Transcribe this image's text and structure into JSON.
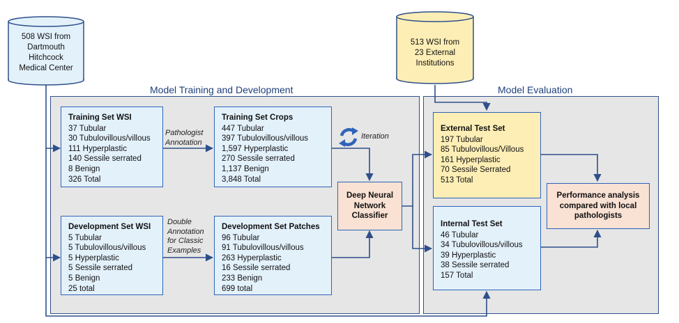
{
  "sources": {
    "dartmouth": [
      "508 WSI from",
      "Dartmouth",
      "Hitchcock",
      "Medical Center"
    ],
    "external": [
      "513 WSI from",
      "23 External",
      "Institutions"
    ]
  },
  "sections": {
    "training": "Model Training and Development",
    "evaluation": "Model Evaluation"
  },
  "training_wsi": {
    "title": "Training Set WSI",
    "lines": [
      "37 Tubular",
      "30 Tubulovillous/villous",
      "111 Hyperplastic",
      "140 Sessile serrated",
      "8 Benign",
      "326 Total"
    ]
  },
  "training_crops": {
    "title": "Training Set Crops",
    "lines": [
      "447 Tubular",
      "397 Tubulovillous/villous",
      "1,597 Hyperplastic",
      "270 Sessile serrated",
      "1,137 Benign",
      "3,848 Total"
    ]
  },
  "dev_wsi": {
    "title": "Development Set WSI",
    "lines": [
      "5 Tubular",
      "5 Tubulovillous/villous",
      "5 Hyperplastic",
      "5 Sessile serrated",
      "5 Benign",
      "25 total"
    ]
  },
  "dev_patches": {
    "title": "Development Set Patches",
    "lines": [
      "96 Tubular",
      "91 Tubulovillous/villous",
      "263 Hyperplastic",
      "16 Sessile serrated",
      "233 Benign",
      "699 total"
    ]
  },
  "classifier": [
    "Deep Neural",
    "Network",
    "Classifier"
  ],
  "iteration": "Iteration",
  "annotations": {
    "pathologist": [
      "Pathologist",
      "Annotation"
    ],
    "double": [
      "Double",
      "Annotation",
      "for Classic",
      "Examples"
    ]
  },
  "external_test": {
    "title": "External Test Set",
    "lines": [
      "197 Tubular",
      "85 Tubulovillous/Villous",
      "161 Hyperplastic",
      "70 Sessile Serrated",
      "513 Total"
    ]
  },
  "internal_test": {
    "title": "Internal Test Set",
    "lines": [
      "46 Tubular",
      "34 Tubulovillous/villous",
      "39 Hyperplastic",
      "38 Sessile serrated",
      "157 Total"
    ]
  },
  "performance": [
    "Performance analysis",
    "compared with local",
    "pathologists"
  ],
  "colors": {
    "stroke": "#2e4f8a",
    "box_border": "#2e63b8",
    "blue_fill": "#e3f1fb",
    "yellow_fill": "#fdeeb5",
    "pink_fill": "#f9e1d4",
    "panel_fill": "#e6e6e6",
    "title_color": "#1f3f7a"
  }
}
